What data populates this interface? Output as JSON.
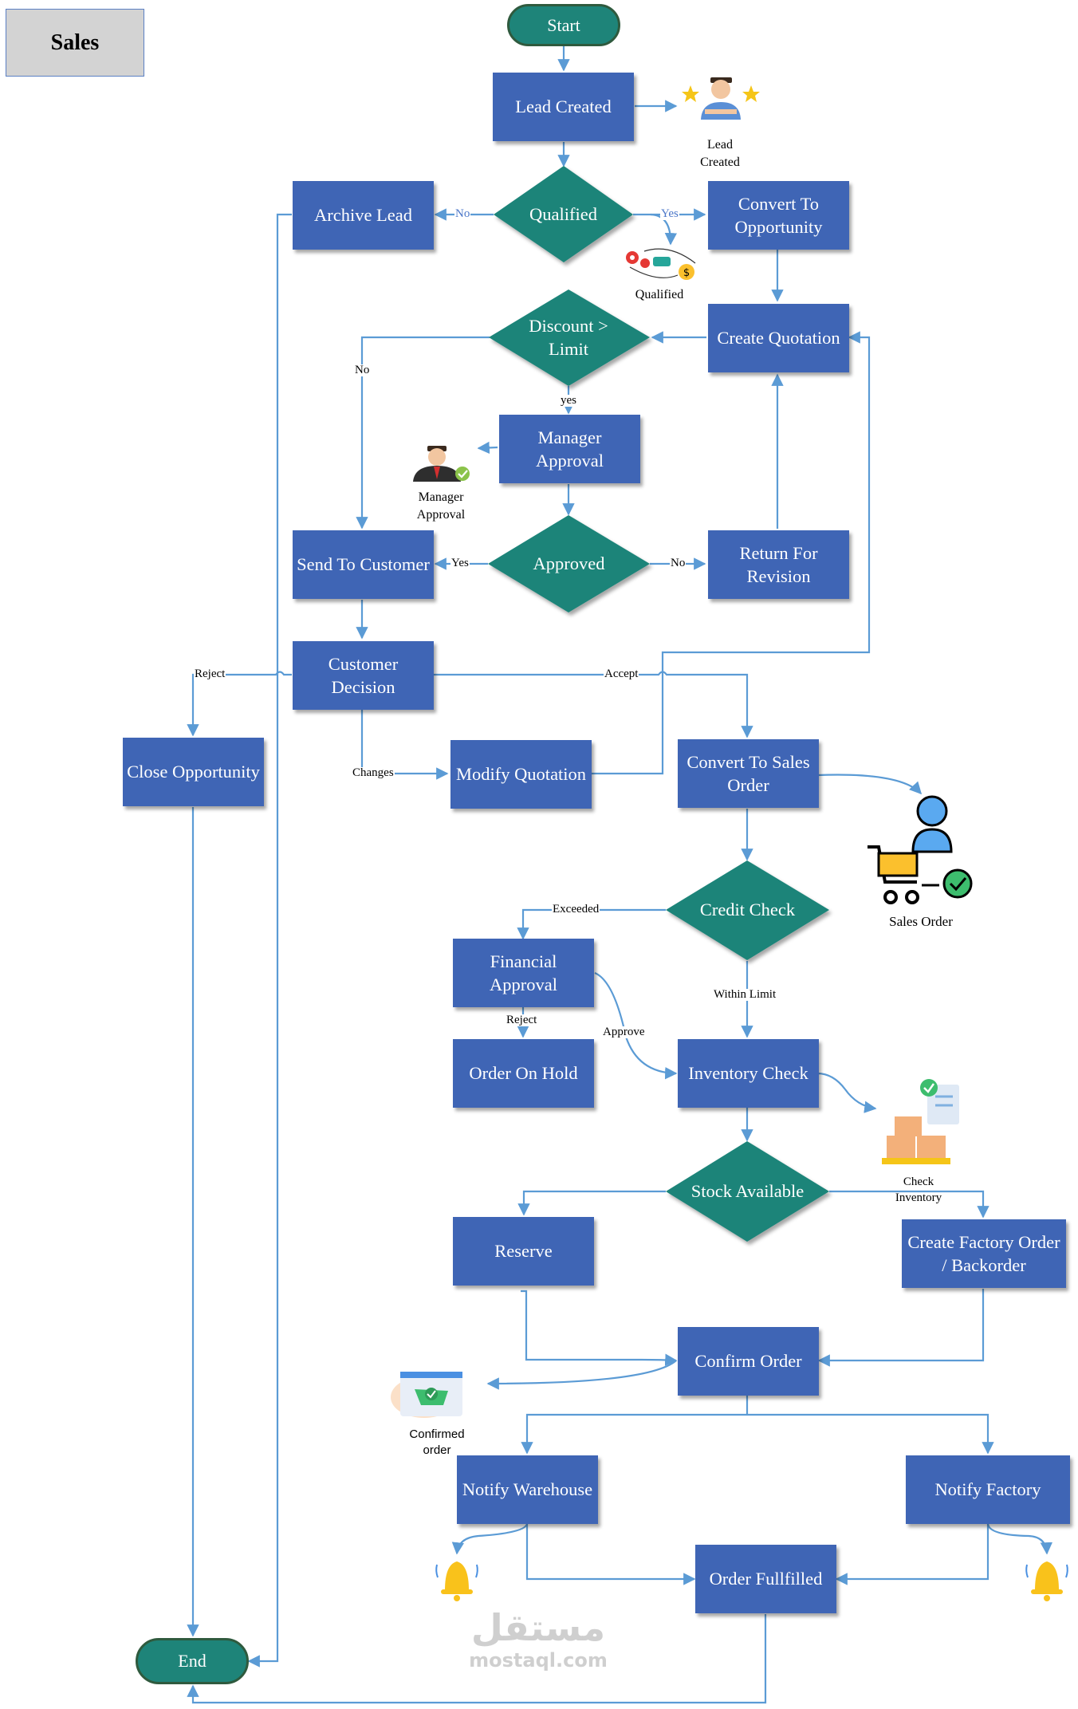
{
  "title": "Sales",
  "colors": {
    "process": "#3f65b5",
    "decision": "#1e8479",
    "connector": "#5b9bd5"
  },
  "nodes": {
    "start": "Start",
    "lead_created": "Lead Created",
    "qualified": "Qualified",
    "archive_lead": "Archive Lead",
    "convert_opportunity": "Convert To Opportunity",
    "discount_limit": "Discount > Limit",
    "create_quotation": "Create Quotation",
    "manager_approval": "Manager Approval",
    "approved": "Approved",
    "send_to_customer": "Send To Customer",
    "return_revision": "Return For Revision",
    "customer_decision": "Customer Decision",
    "close_opportunity": "Close Opportunity",
    "modify_quotation": "Modify Quotation",
    "convert_sales_order": "Convert To Sales Order",
    "credit_check": "Credit Check",
    "financial_approval": "Financial Approval",
    "order_on_hold": "Order On Hold",
    "inventory_check": "Inventory Check",
    "stock_available": "Stock Available",
    "reserve": "Reserve",
    "factory_backorder": "Create Factory Order / Backorder",
    "confirm_order": "Confirm Order",
    "notify_warehouse": "Notify Warehouse",
    "notify_factory": "Notify Factory",
    "order_fulfilled": "Order Fullfilled",
    "end": "End"
  },
  "edges": {
    "no": "No",
    "yes": "Yes",
    "discount_no": "No",
    "discount_yes": "yes",
    "approved_yes": "Yes",
    "approved_no": "No",
    "reject": "Reject",
    "accept": "Accept",
    "changes": "Changes",
    "exceeded": "Exceeded",
    "within_limit": "Within Limit",
    "fin_reject": "Reject",
    "approve": "Approve"
  },
  "icons": {
    "lead_created": {
      "name": "person-stars-icon",
      "caption": "Lead Created"
    },
    "qualified": {
      "name": "gears-money-icon",
      "caption": "Qualified"
    },
    "manager_approval": {
      "name": "manager-check-icon",
      "caption": "Manager Approval"
    },
    "sales_order": {
      "name": "cart-user-check-icon",
      "caption": "Sales Order"
    },
    "check_inventory": {
      "name": "boxes-checklist-icon",
      "caption": "Check Inventory"
    },
    "confirmed_order": {
      "name": "confirmed-order-icon",
      "caption": "Confirmed order"
    },
    "bell_warehouse": {
      "name": "bell-icon"
    },
    "bell_factory": {
      "name": "bell-icon"
    }
  },
  "watermark": {
    "arabic": "مستقل",
    "latin": "mostaql.com"
  }
}
